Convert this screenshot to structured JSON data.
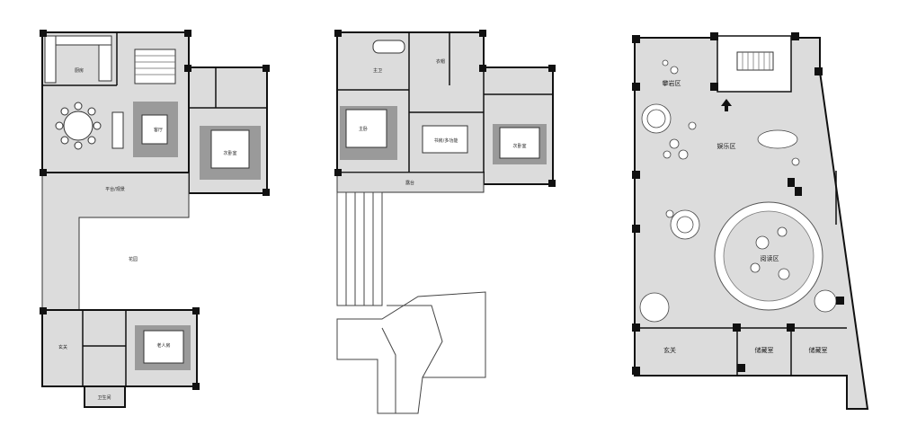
{
  "plans": [
    {
      "id": "plan-1",
      "rooms": [
        {
          "key": "kitchen",
          "text": "厨房"
        },
        {
          "key": "living",
          "text": "客厅"
        },
        {
          "key": "bedroom",
          "text": "次卧室"
        },
        {
          "key": "garden",
          "text": "花园"
        },
        {
          "key": "terrace",
          "text": "平台/观景"
        },
        {
          "key": "lower-bedroom",
          "text": "老人房"
        },
        {
          "key": "lower-hall",
          "text": "玄关"
        },
        {
          "key": "lower-bath",
          "text": "卫生间"
        }
      ]
    },
    {
      "id": "plan-2",
      "rooms": [
        {
          "key": "master",
          "text": "主卧"
        },
        {
          "key": "study",
          "text": "书房/多功能"
        },
        {
          "key": "bedroom2",
          "text": "次卧室"
        },
        {
          "key": "balcony",
          "text": "露台"
        },
        {
          "key": "bath",
          "text": "主卫"
        },
        {
          "key": "cloak",
          "text": "衣帽"
        }
      ]
    },
    {
      "id": "plan-3",
      "rooms": [
        {
          "key": "climbing",
          "text": "攀岩区"
        },
        {
          "key": "entertainment",
          "text": "娱乐区"
        },
        {
          "key": "reading",
          "text": "阅读区"
        },
        {
          "key": "entry",
          "text": "玄关"
        },
        {
          "key": "storage1",
          "text": "储藏室"
        },
        {
          "key": "storage2",
          "text": "储藏室"
        }
      ]
    }
  ],
  "colors": {
    "wall": "#111111",
    "floor": "#dcdcdc",
    "rug": "#9a9a9a",
    "line": "#333333"
  }
}
